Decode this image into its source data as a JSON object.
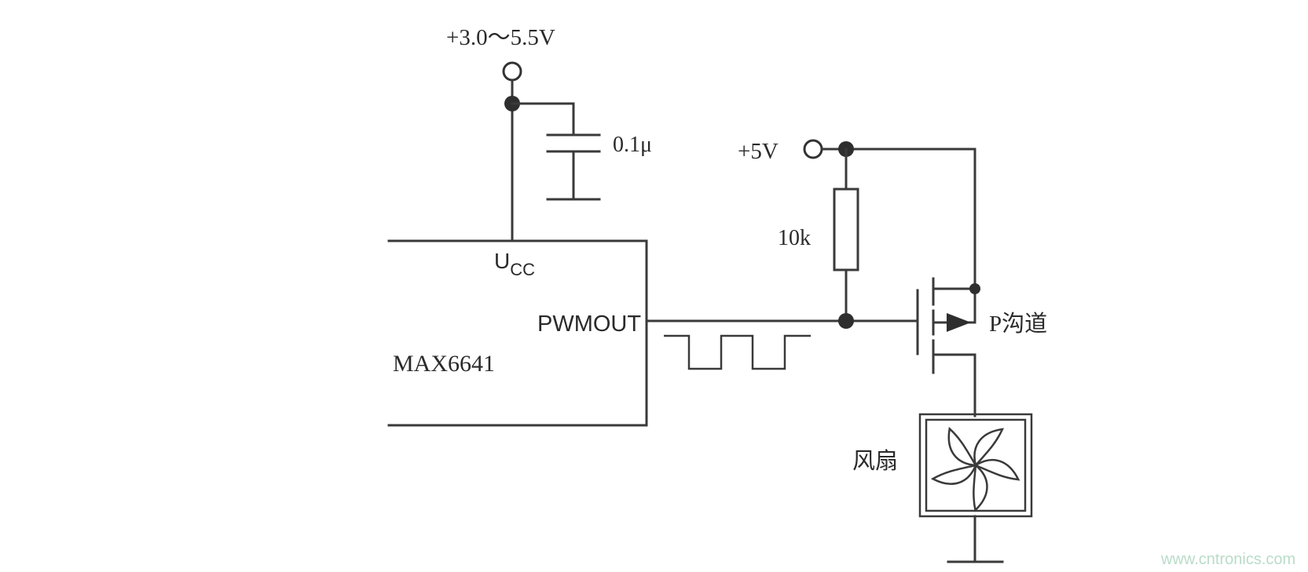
{
  "supply_label": "+3.0～5.5V",
  "capacitor_label": "0.1μ",
  "vplus_label": "+5V",
  "resistor_label": "10k",
  "ucc_label": "U",
  "ucc_sub": "CC",
  "pwm_label": "PWMOUT",
  "chip_label": "MAX6641",
  "pchannel_label": "P沟道",
  "fan_label": "风扇",
  "watermark": "www.cntronics.com"
}
